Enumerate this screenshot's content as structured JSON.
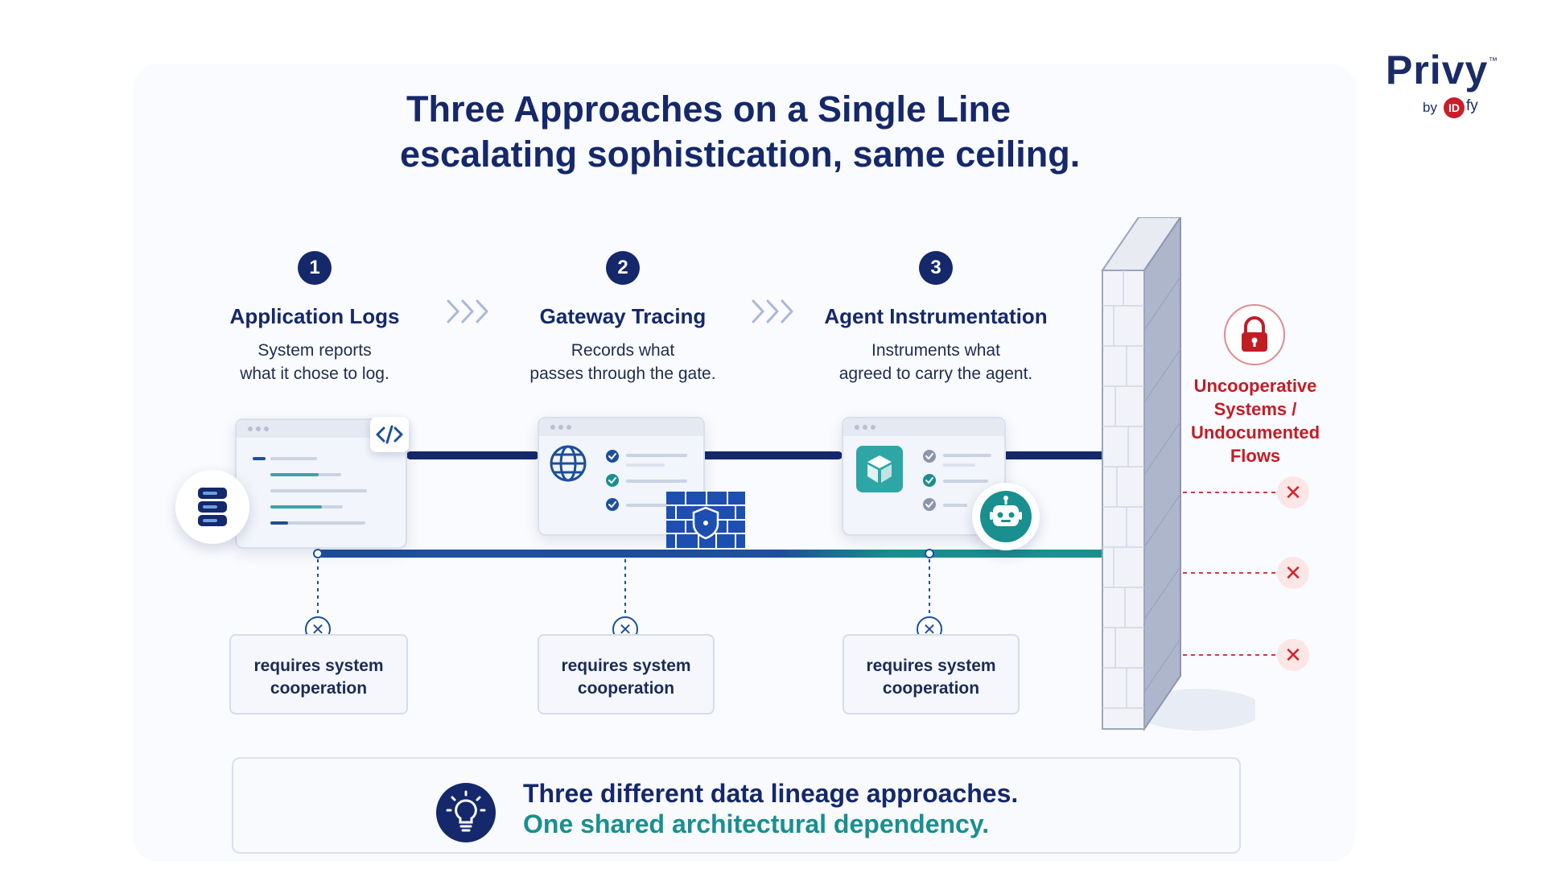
{
  "brand": {
    "name": "Privy",
    "tm": "™",
    "by": "by",
    "badge": "ID",
    "suffix": "fy"
  },
  "title": {
    "line1": "Three Approaches on a Single Line",
    "line2": "escalating sophistication, same ceiling."
  },
  "steps": [
    {
      "number": "1",
      "title": "Application Logs",
      "desc": "System reports\nwhat it chose to log.",
      "icon": "database-icon"
    },
    {
      "number": "2",
      "title": "Gateway Tracing",
      "desc": "Records what\npasses through the gate.",
      "icon": "globe-icon"
    },
    {
      "number": "3",
      "title": "Agent Instrumentation",
      "desc": "Instruments what\nagreed to carry the agent.",
      "icon": "robot-icon"
    }
  ],
  "requirement_label": "requires system\ncooperation",
  "requirements": [
    "requires system\ncooperation",
    "requires system\ncooperation",
    "requires system\ncooperation"
  ],
  "wall_label": "Uncooperative\nSystems /\nUndocumented\nFlows",
  "bottom": {
    "line1": "Three different data lineage approaches.",
    "line2": "One shared architectural dependency."
  },
  "colors": {
    "navy": "#14286b",
    "blue": "#1d4f9a",
    "teal": "#1a8f8f",
    "red": "#c21d25"
  }
}
